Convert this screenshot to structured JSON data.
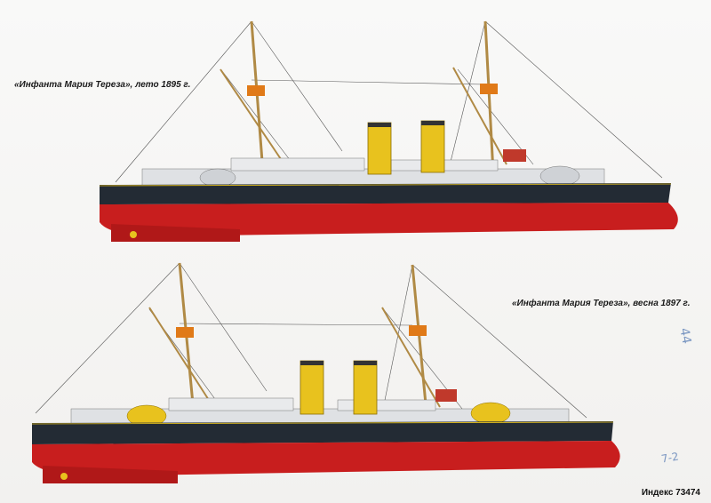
{
  "captions": {
    "top": "«Инфанта Мария Тереза», лето 1895 г.",
    "bottom": "«Инфанта Мария Тереза», весна 1897 г."
  },
  "index": "Индекс 73474",
  "handwritten": {
    "note_1": "44",
    "note_2": "7-2"
  },
  "colors": {
    "hull_dark": "#232b34",
    "hull_red": "#c81e1e",
    "superstructure": "#e9eaec",
    "funnel_yellow": "#e8c21e",
    "mast_tan": "#b08a45",
    "orange_details": "#e07a18"
  }
}
